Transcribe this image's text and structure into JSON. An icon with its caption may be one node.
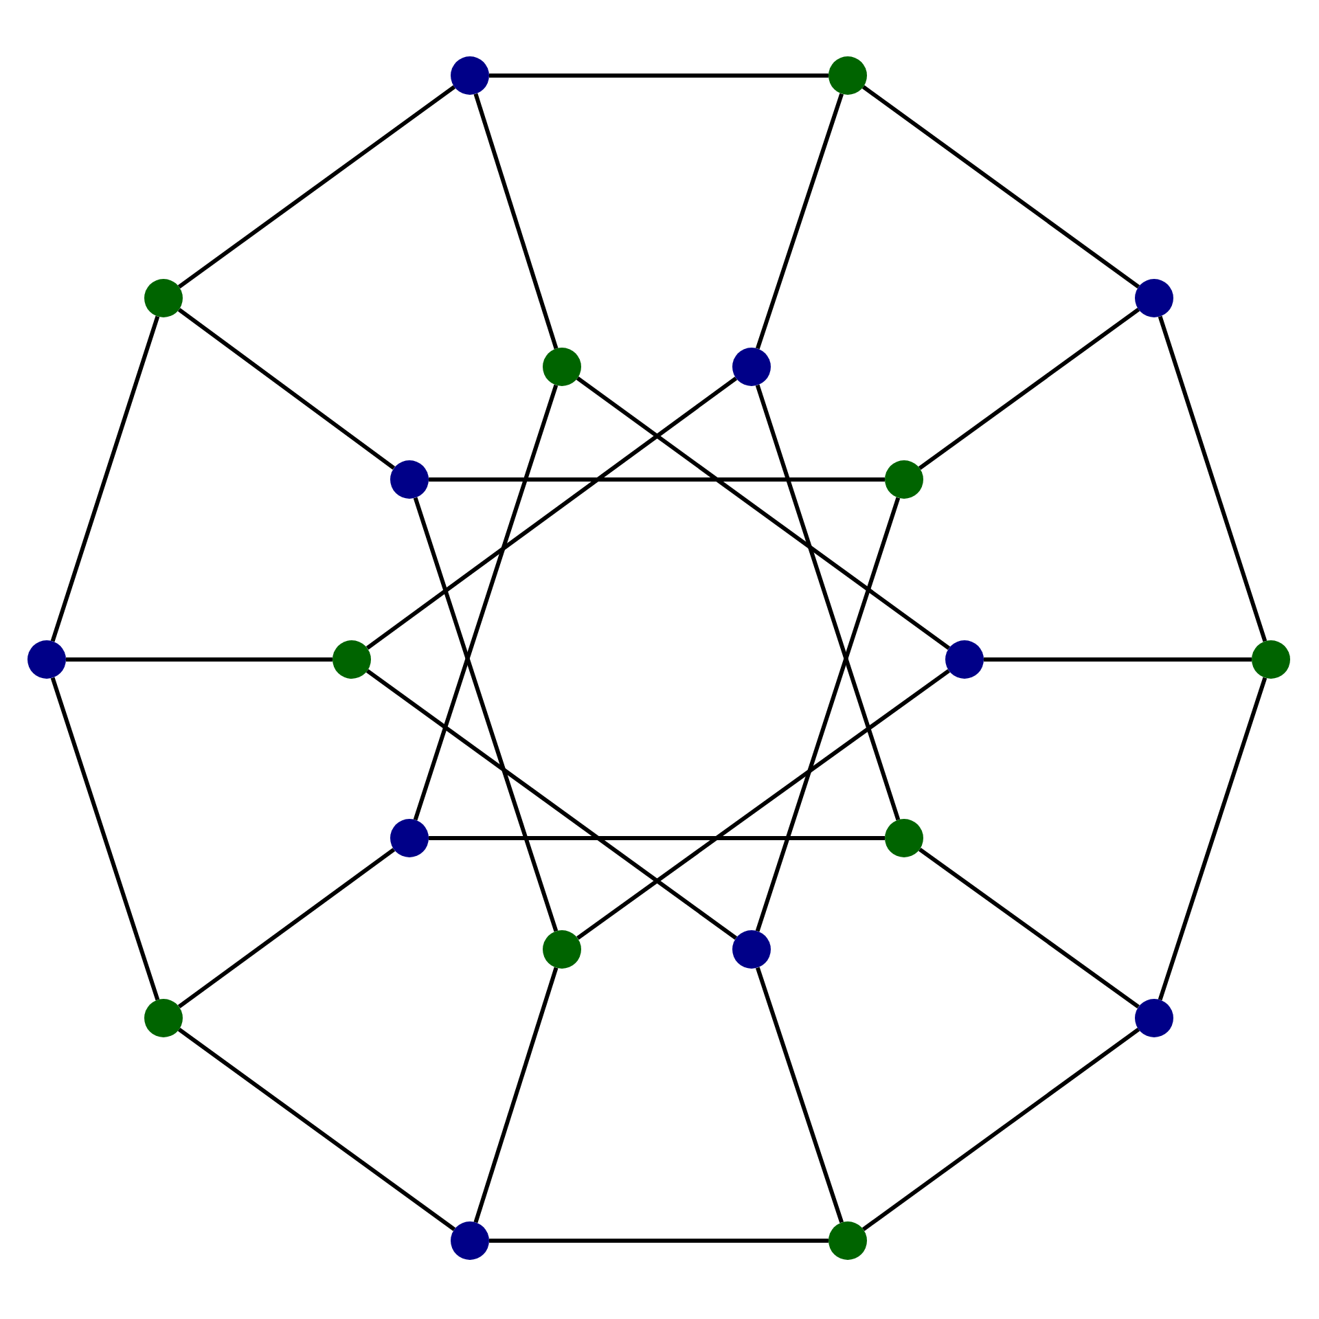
{
  "diagram": {
    "nodes": [
      {
        "text": [],
        "shape": "circle"
      },
      {
        "text": [],
        "shape": "circle"
      },
      {
        "text": [],
        "shape": "circle"
      },
      {
        "text": [],
        "shape": "circle"
      },
      {
        "text": [],
        "shape": "circle"
      },
      {
        "text": [],
        "shape": "circle"
      },
      {
        "text": [],
        "shape": "circle"
      },
      {
        "text": [],
        "shape": "circle"
      },
      {
        "text": [],
        "shape": "circle"
      },
      {
        "text": [],
        "shape": "circle"
      },
      {
        "text": [],
        "shape": "circle"
      },
      {
        "text": [],
        "shape": "circle"
      },
      {
        "text": [],
        "shape": "circle"
      },
      {
        "text": [],
        "shape": "circle"
      },
      {
        "text": [],
        "shape": "circle"
      },
      {
        "text": [],
        "shape": "circle"
      },
      {
        "text": [],
        "shape": "circle"
      },
      {
        "text": [],
        "shape": "circle"
      },
      {
        "text": [],
        "shape": "circle"
      },
      {
        "text": [],
        "shape": "circle"
      }
    ],
    "edges": [
      {
        "from": 0,
        "to": 1,
        "arrow": "none"
      },
      {
        "from": 1,
        "to": 3,
        "arrow": "none"
      },
      {
        "from": 3,
        "to": 11,
        "arrow": "none"
      },
      {
        "from": 11,
        "to": 17,
        "arrow": "none"
      },
      {
        "from": 17,
        "to": 19,
        "arrow": "none"
      },
      {
        "from": 19,
        "to": 18,
        "arrow": "none"
      },
      {
        "from": 18,
        "to": 16,
        "arrow": "none"
      },
      {
        "from": 16,
        "to": 8,
        "arrow": "none"
      },
      {
        "from": 8,
        "to": 2,
        "arrow": "none"
      },
      {
        "from": 2,
        "to": 0,
        "arrow": "none"
      },
      {
        "from": 0,
        "to": 4,
        "arrow": "none"
      },
      {
        "from": 1,
        "to": 5,
        "arrow": "none"
      },
      {
        "from": 3,
        "to": 7,
        "arrow": "none"
      },
      {
        "from": 11,
        "to": 10,
        "arrow": "none"
      },
      {
        "from": 17,
        "to": 13,
        "arrow": "none"
      },
      {
        "from": 19,
        "to": 15,
        "arrow": "none"
      },
      {
        "from": 18,
        "to": 14,
        "arrow": "none"
      },
      {
        "from": 16,
        "to": 12,
        "arrow": "none"
      },
      {
        "from": 8,
        "to": 9,
        "arrow": "none"
      },
      {
        "from": 2,
        "to": 6,
        "arrow": "none"
      },
      {
        "from": 6,
        "to": 7,
        "arrow": "none"
      },
      {
        "from": 12,
        "to": 13,
        "arrow": "none"
      },
      {
        "from": 4,
        "to": 10,
        "arrow": "none"
      },
      {
        "from": 5,
        "to": 9,
        "arrow": "none"
      },
      {
        "from": 9,
        "to": 15,
        "arrow": "none"
      },
      {
        "from": 10,
        "to": 14,
        "arrow": "none"
      },
      {
        "from": 4,
        "to": 12,
        "arrow": "none"
      },
      {
        "from": 5,
        "to": 13,
        "arrow": "none"
      },
      {
        "from": 6,
        "to": 14,
        "arrow": "none"
      },
      {
        "from": 7,
        "to": 15,
        "arrow": "none"
      }
    ]
  }
}
